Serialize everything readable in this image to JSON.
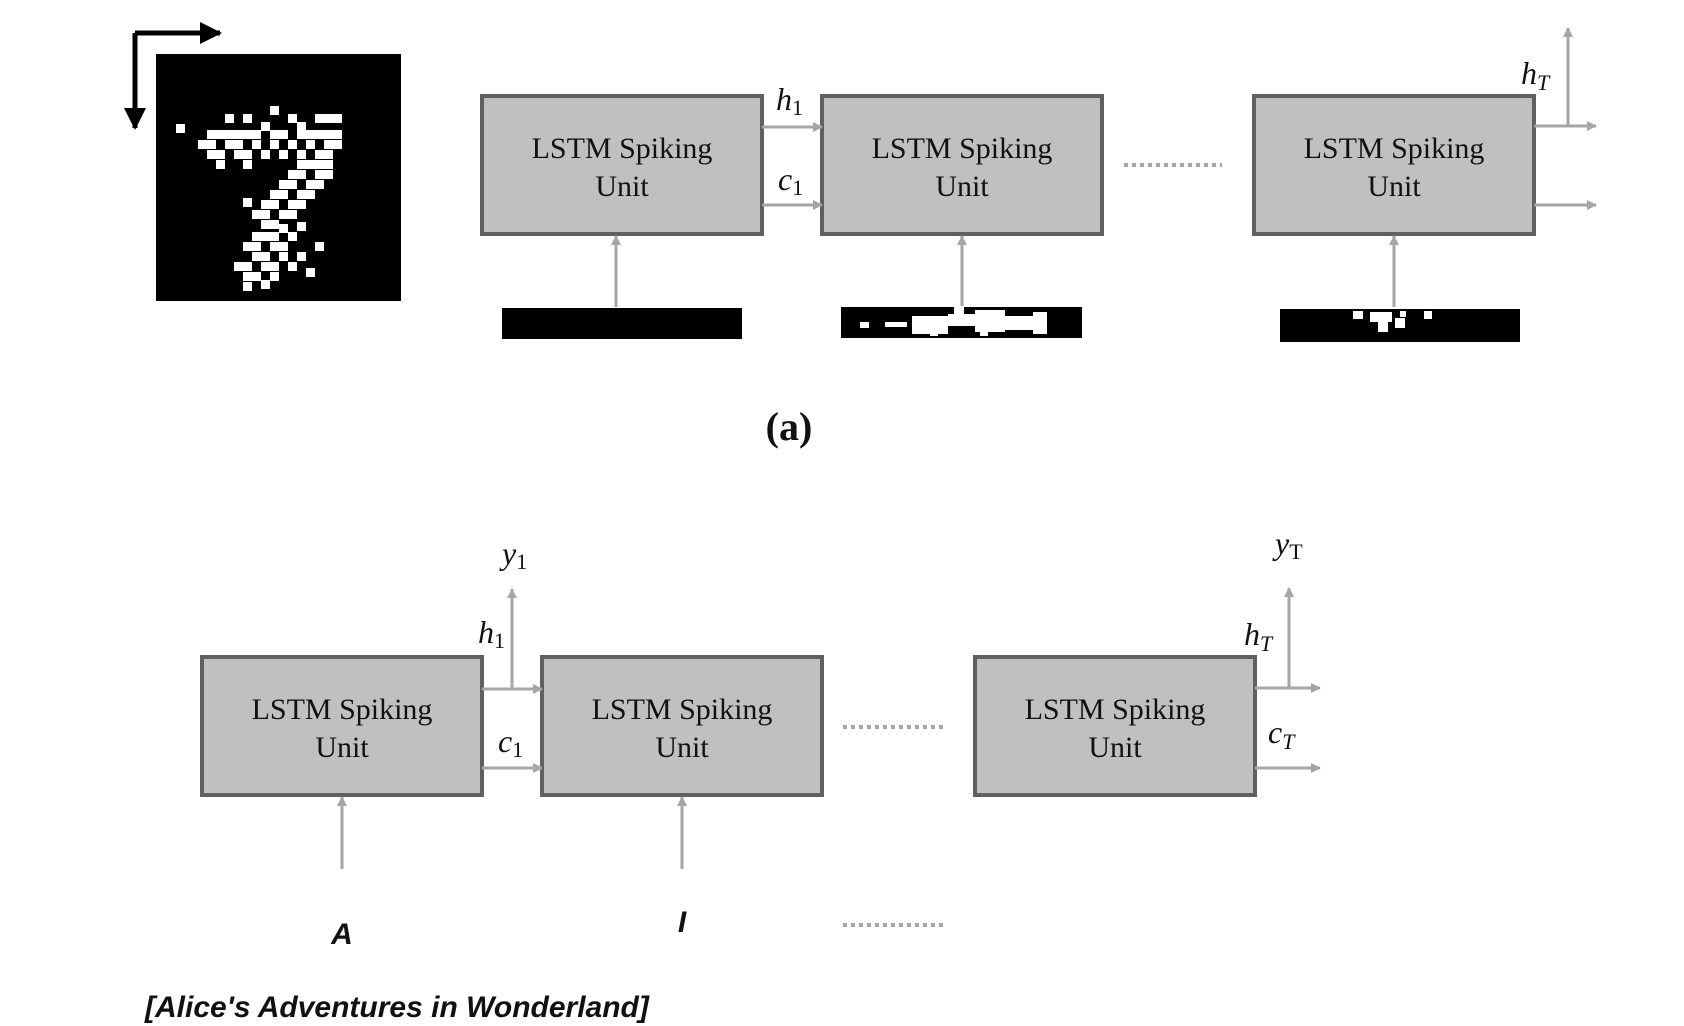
{
  "unit_label_line1": "LSTM Spiking",
  "unit_label_line2": "Unit",
  "panel_a": {
    "caption": "(a)",
    "labels": {
      "h1": "h",
      "h1_sub": "1",
      "c1": "c",
      "c1_sub": "1",
      "hT": "h",
      "hT_sub": "T"
    }
  },
  "panel_b": {
    "labels": {
      "y1": "y",
      "y1_sub": "1",
      "h1": "h",
      "h1_sub": "1",
      "c1": "c",
      "c1_sub": "1",
      "yT": "y",
      "yT_sub": "T",
      "hT": "h",
      "hT_sub": "T",
      "cT": "c",
      "cT_sub": "T"
    },
    "input_chars": [
      "A",
      "I"
    ],
    "source": "[Alice's Adventures in Wonderland]"
  },
  "colors": {
    "box_fill": "#c0c0c0",
    "box_stroke": "#606060",
    "arrow": "#a6a6a6"
  }
}
